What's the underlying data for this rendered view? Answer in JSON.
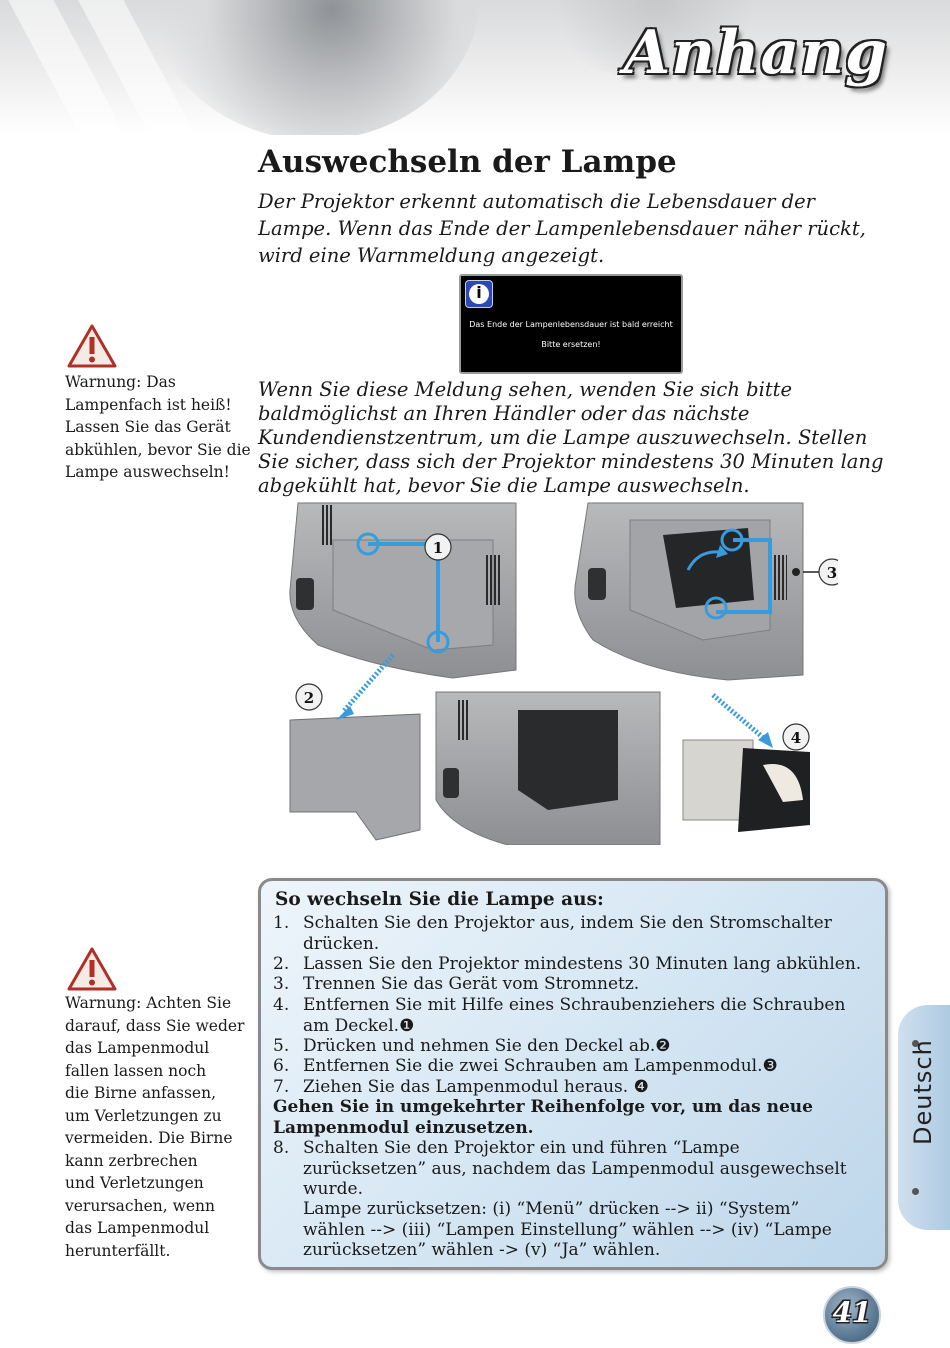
{
  "header": {
    "chapter_title": "Anhang"
  },
  "section": {
    "title": "Auswechseln der Lampe",
    "intro": "Der Projektor erkennt automatisch die Lebensdauer der Lampe. Wenn das Ende der Lampenlebensdauer näher rückt, wird eine Warnmeldung angezeigt.",
    "message": {
      "line1": "Das Ende der Lampenlebensdauer ist bald erreicht",
      "line2": "Bitte ersetzen!"
    },
    "instruction": "Wenn Sie diese Meldung sehen, wenden Sie sich bitte baldmöglichst an Ihren Händler oder das nächste Kundendienstzentrum, um die Lampe auszuwechseln. Stellen Sie sicher, dass sich der Projektor mindestens 30 Minuten lang abgekühlt hat, bevor Sie die Lampe auswechseln."
  },
  "warnings": {
    "w1": [
      "Warnung: Das",
      "Lampenfach ist heiß!",
      "Lassen Sie das Gerät",
      "abkühlen, bevor Sie die",
      "Lampe auswechseln!"
    ],
    "w2": [
      "Warnung: Achten Sie",
      "darauf, dass Sie weder",
      "das Lampenmodul",
      "fallen lassen noch",
      "die Birne anfassen,",
      "um Verletzungen zu",
      "vermeiden. Die Birne",
      "kann zerbrechen",
      "und Verletzungen",
      "verursachen, wenn",
      "das Lampenmodul",
      "herunterfällt."
    ]
  },
  "figure": {
    "callouts": [
      "1",
      "2",
      "3",
      "4"
    ]
  },
  "steps": {
    "title": "So wechseln Sie die Lampe aus:",
    "s1": {
      "n": "1.",
      "a": "Schalten Sie den Projektor aus, indem Sie den Stromschalter",
      "b": "drücken."
    },
    "s2": {
      "n": "2.",
      "a": "Lassen Sie den Projektor mindestens 30 Minuten lang abkühlen."
    },
    "s3": {
      "n": "3.",
      "a": "Trennen Sie das Gerät vom Stromnetz."
    },
    "s4": {
      "n": "4.",
      "a": "Entfernen Sie mit Hilfe eines Schraubenziehers die Schrauben",
      "b": "am Deckel.",
      "ref": "❶"
    },
    "s5": {
      "n": "5.",
      "a": "Drücken und nehmen Sie den Deckel ab.",
      "ref": "❷"
    },
    "s6": {
      "n": "6.",
      "a": "Entfernen Sie die zwei Schrauben am Lampenmodul.",
      "ref": "❸"
    },
    "s7": {
      "n": "7.",
      "a": "Ziehen Sie das Lampenmodul heraus.",
      "ref": "❹"
    },
    "note": [
      "Gehen Sie in umgekehrter Reihenfolge vor, um das neue",
      "Lampenmodul einzusetzen."
    ],
    "s8": {
      "n": "8.",
      "a": "Schalten Sie den Projektor ein und führen “Lampe",
      "b": "zurücksetzen” aus, nachdem das Lampenmodul ausgewechselt",
      "c": "wurde."
    },
    "reset": [
      "Lampe zurücksetzen: (i) “Menü” drücken --> ii) “System”",
      "wählen --> (iii) “Lampen Einstellung” wählen --> (iv) “Lampe",
      "zurücksetzen” wählen -> (v) “Ja” wählen."
    ]
  },
  "side_tab": {
    "language": "Deutsch"
  },
  "footer": {
    "page_number": "41"
  },
  "colors": {
    "accent_blue": "#3a9bdc",
    "warning_red": "#b03028"
  }
}
